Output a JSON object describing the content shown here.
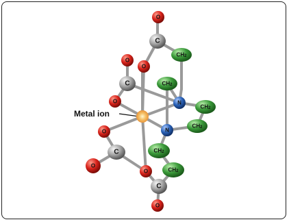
{
  "molecule": {
    "metal_label": "Metal ion",
    "atoms": {
      "oxygen": "O",
      "carbon": "C",
      "nitrogen": "N",
      "methylene": "CH2"
    },
    "colors": {
      "oxygen": "#d8231b",
      "carbon": "#9b9b9b",
      "nitrogen": "#2a62b8",
      "methylene": "#3b9a3a",
      "metal": "#f0a63a"
    }
  }
}
